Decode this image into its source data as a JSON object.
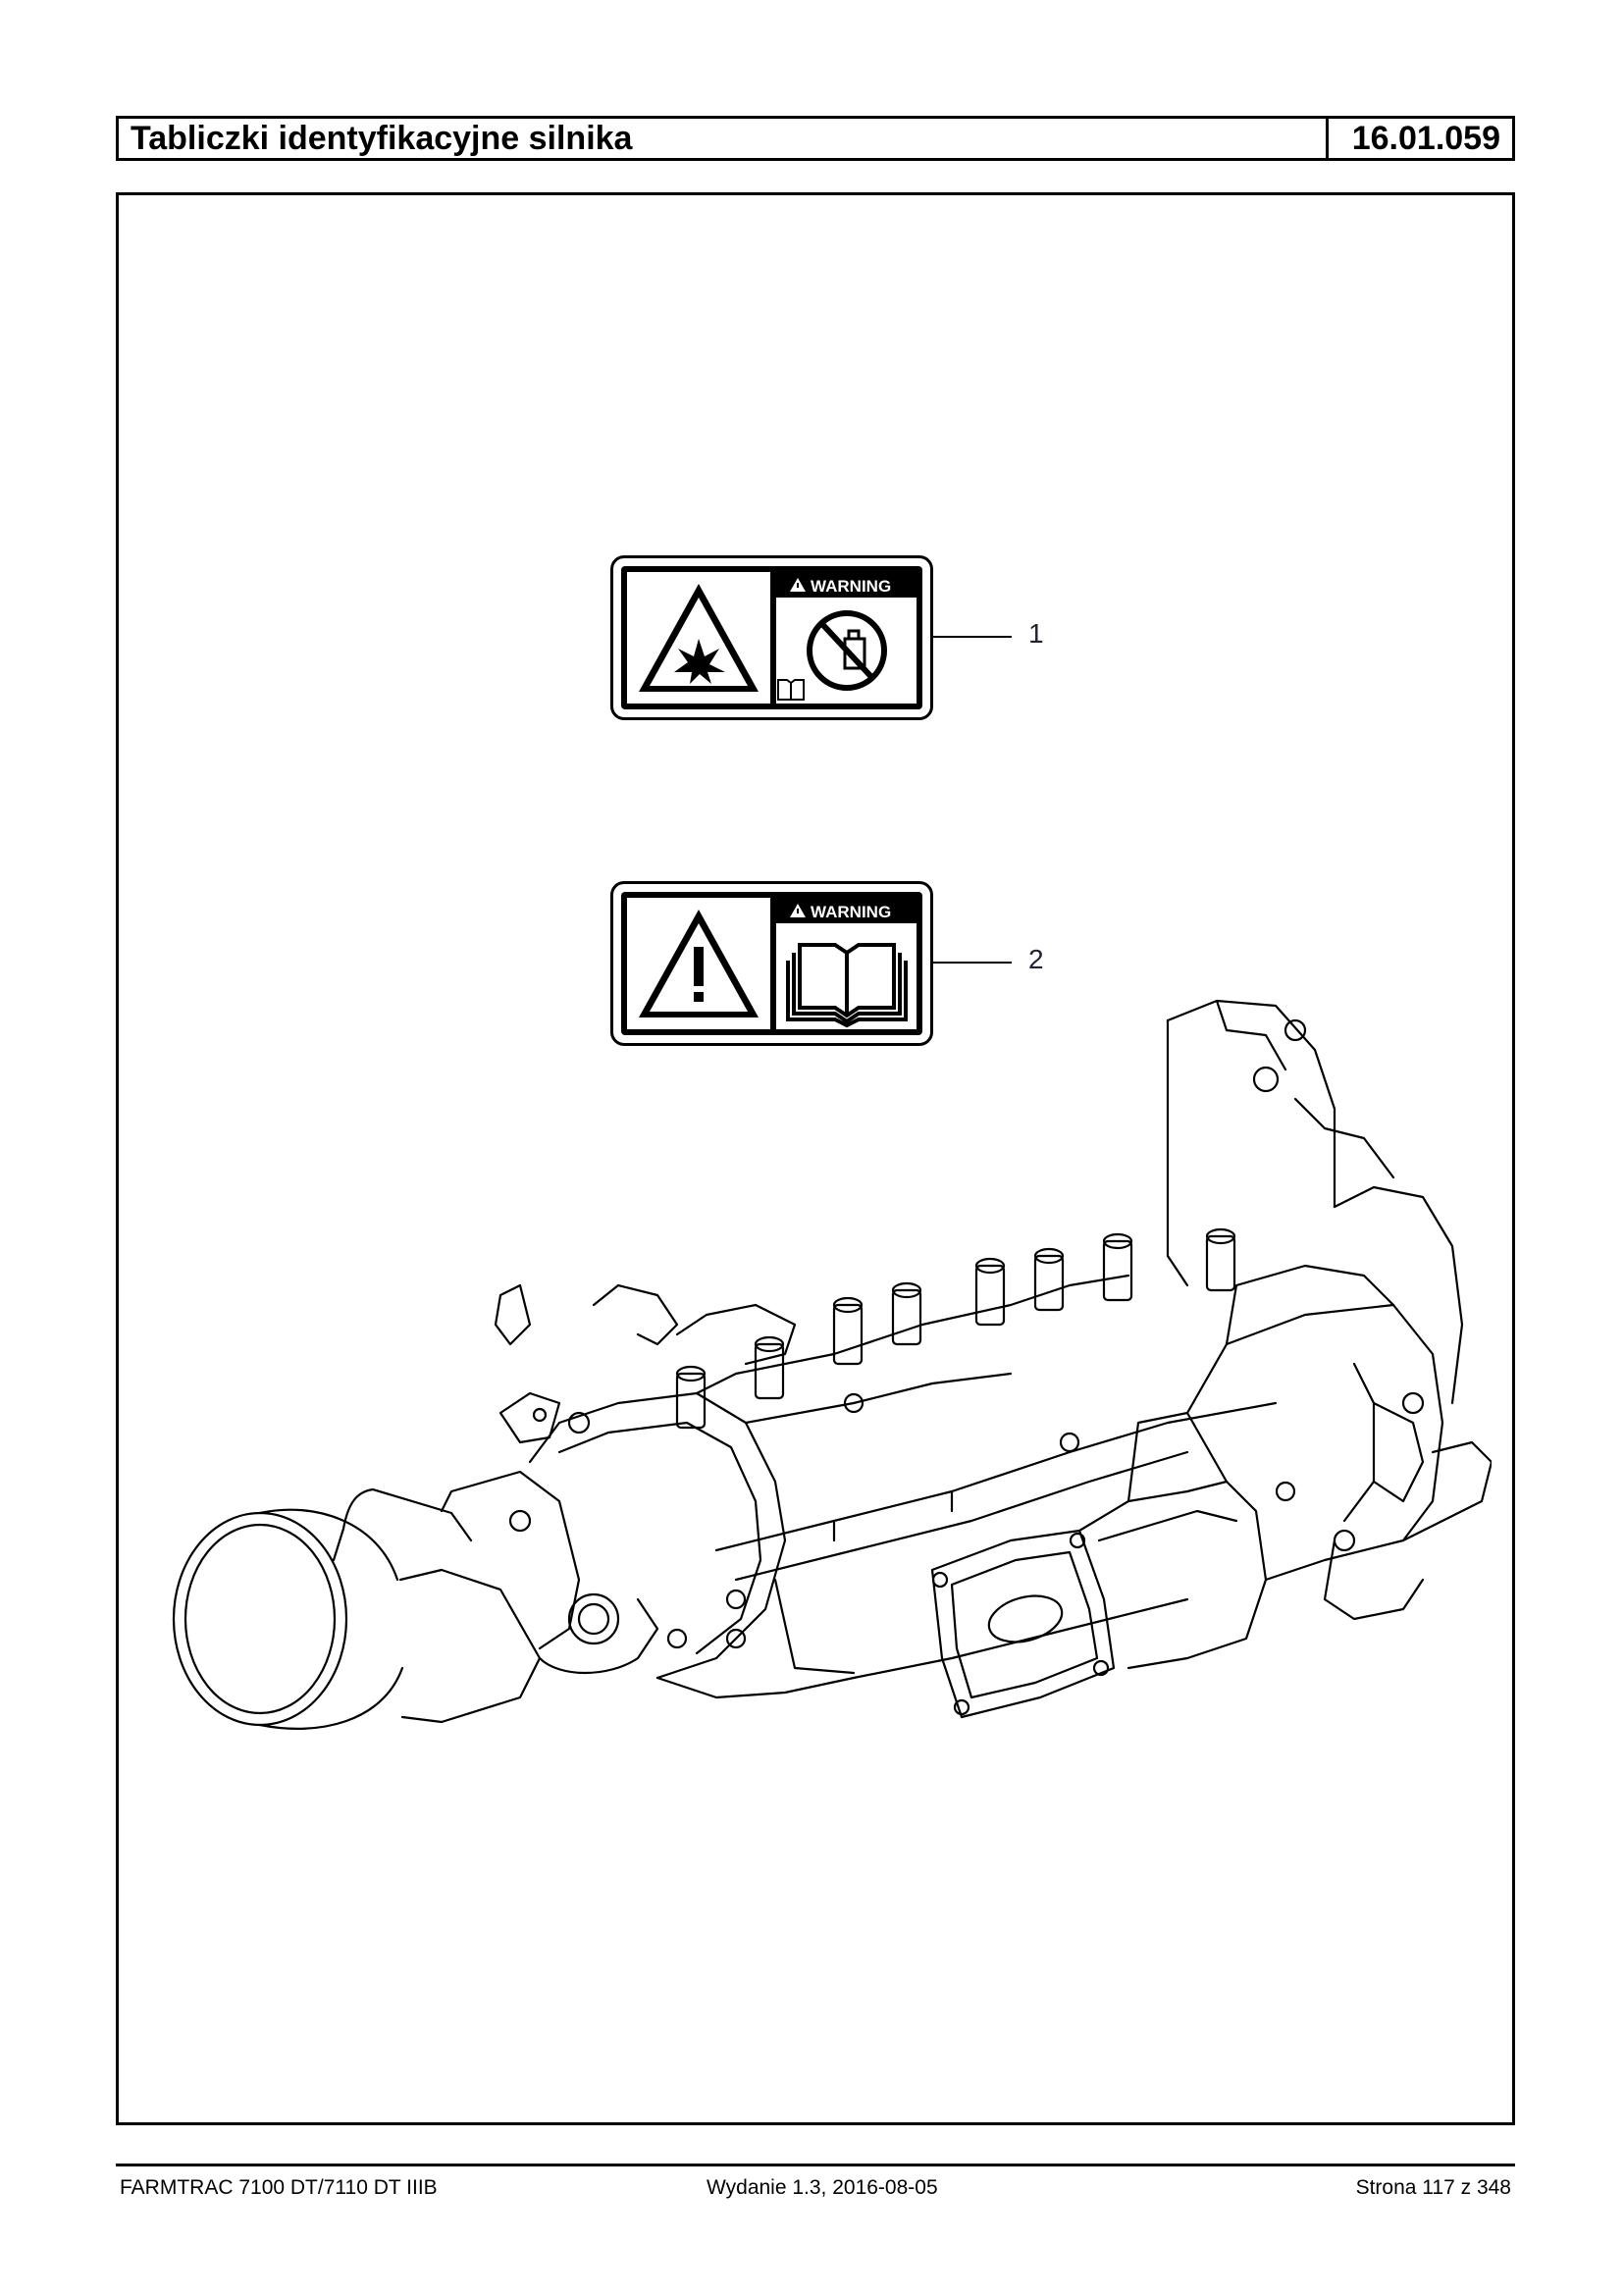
{
  "header": {
    "title": "Tabliczki identyfikacyjne silnika",
    "code": "16.01.059"
  },
  "labels": [
    {
      "number": "1",
      "warning_text": "WARNING",
      "hazard_icon": "explosion-warning-icon",
      "instruction_icon": "no-spray-icon"
    },
    {
      "number": "2",
      "warning_text": "WARNING",
      "hazard_icon": "exclamation-warning-icon",
      "instruction_icon": "read-manual-icon"
    }
  ],
  "footer": {
    "model": "FARMTRAC 7100 DT/7110 DT IIIB",
    "edition": "Wydanie 1.3,  2016-08-05",
    "page": "Strona 117 z 348"
  }
}
